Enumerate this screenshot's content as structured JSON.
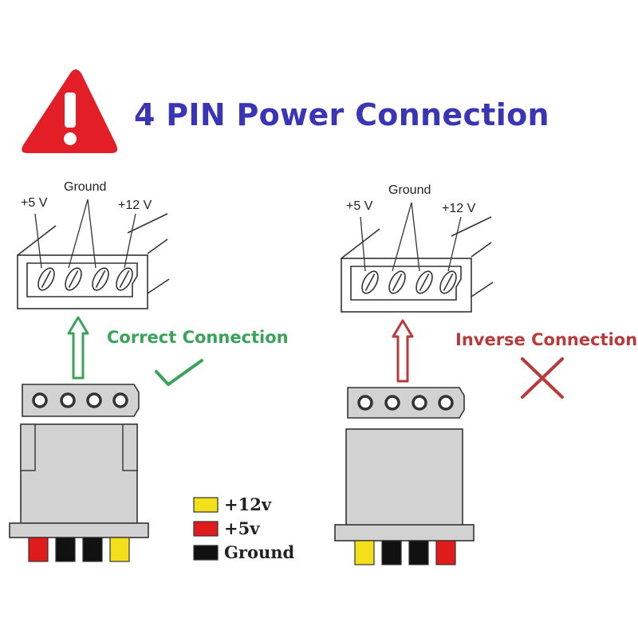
{
  "title": "4 PIN Power Connection",
  "left_diagram": {
    "label_5v": "+5 V",
    "label_ground": "Ground",
    "label_12v": "+12 V",
    "status_text": "Correct Connection",
    "status_color": "#3aa35a",
    "wire_colors": [
      "#e01b1b",
      "#111111",
      "#111111",
      "#f4e01a"
    ]
  },
  "right_diagram": {
    "label_5v": "+5 V",
    "label_ground": "Ground",
    "label_12v": "+12 V",
    "status_text": "Inverse Connection",
    "status_color": "#b83a3a",
    "wire_colors": [
      "#f4e01a",
      "#111111",
      "#111111",
      "#e01b1b"
    ]
  },
  "legend": [
    {
      "label": "+12v",
      "color": "#f4e01a"
    },
    {
      "label": "+5v",
      "color": "#e01b1b"
    },
    {
      "label": "Ground",
      "color": "#111111"
    }
  ],
  "icons": [
    "warning-icon",
    "check-icon",
    "cross-icon",
    "arrow-up-icon"
  ]
}
